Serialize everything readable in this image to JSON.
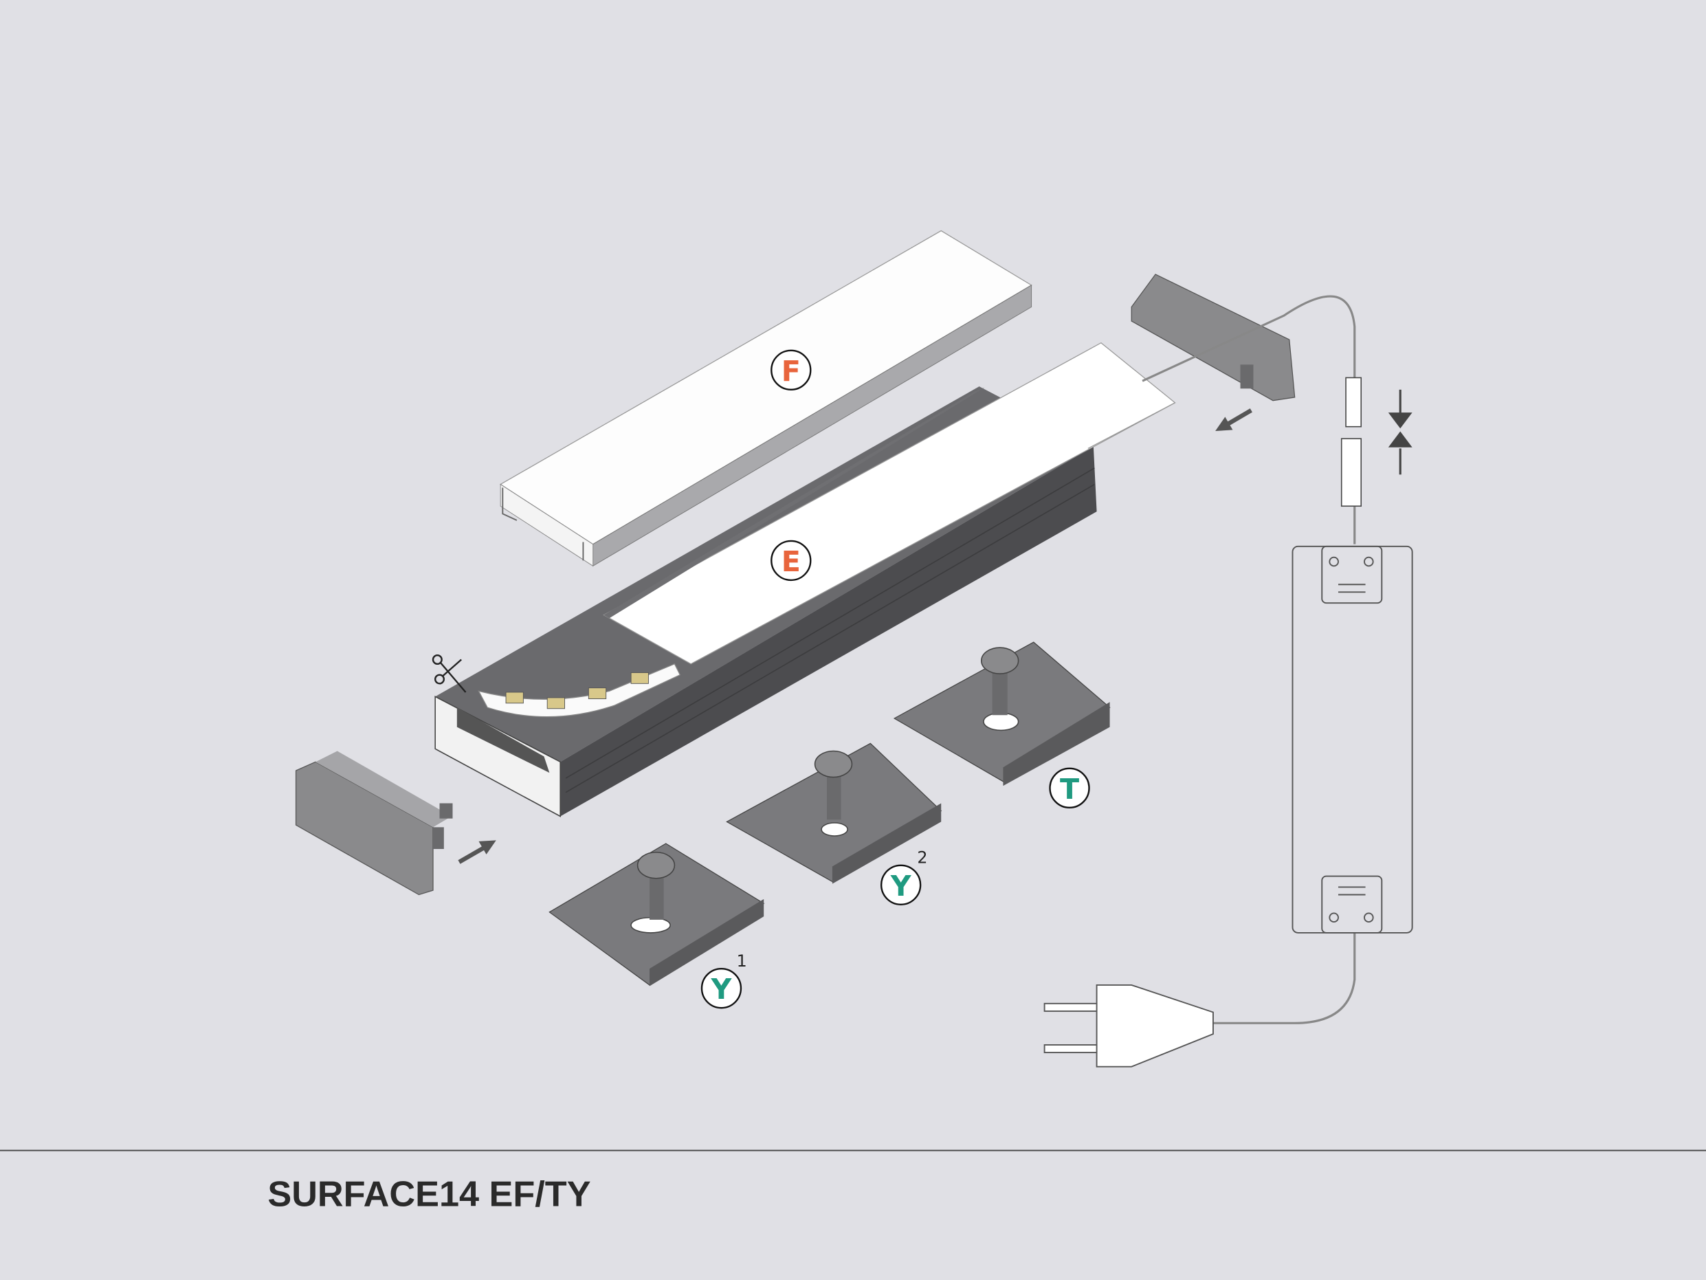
{
  "title": "SURFACE14 EF/TY",
  "labels": {
    "cover_F": "F",
    "diffuser_E": "E",
    "clip_T": "T",
    "clip_Y2": "Y",
    "clip_Y2_index": "2",
    "clip_Y1": "Y",
    "clip_Y1_index": "1"
  },
  "icons": {
    "cut": "scissors-icon",
    "insert_left": "arrow-icon",
    "insert_right": "arrow-icon",
    "connect": "compress-arrows-icon"
  },
  "colors": {
    "background": "#e0e0e5",
    "part_letter": "#e8643c",
    "clip_letter": "#1f9a80",
    "profile": "#5a5a5c",
    "cap": "#8a8a8c"
  }
}
